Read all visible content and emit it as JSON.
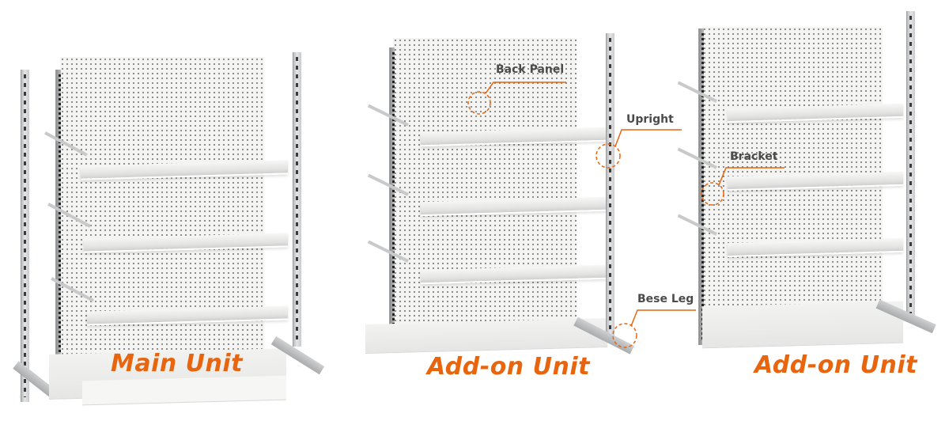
{
  "colors": {
    "accent": "#e8650e",
    "callout_text": "#4b4b4b",
    "metal": "#c9cacb",
    "panel": "#f4f4f2"
  },
  "units": [
    {
      "label": "Main Unit"
    },
    {
      "label": "Add-on Unit"
    },
    {
      "label": "Add-on Unit"
    }
  ],
  "callouts": [
    {
      "label": "Back Panel"
    },
    {
      "label": "Upright"
    },
    {
      "label": "Bracket"
    },
    {
      "label": "Bese Leg"
    }
  ]
}
